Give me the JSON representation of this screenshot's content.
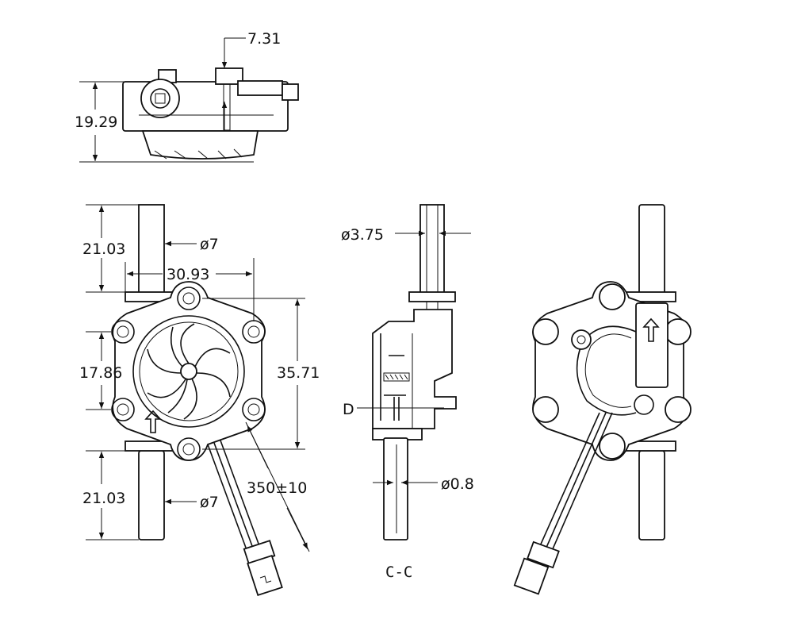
{
  "colors": {
    "line": "#111111",
    "background": "#ffffff"
  },
  "dimensions": {
    "top_width": "7.31",
    "top_height": "19.29",
    "pipe_top_length": "21.03",
    "pipe_top_dia": "ø7",
    "width": "30.93",
    "flange_height": "17.86",
    "total_height": "35.71",
    "pipe_bottom_length": "21.03",
    "pipe_bottom_dia": "ø7",
    "cable_length": "350±10",
    "inner_dia": "ø3.75",
    "detail_mark": "D",
    "pin_dia": "ø0.8"
  },
  "section_label": "C-C",
  "views": [
    "top-view",
    "front-view",
    "section-view",
    "rear-view"
  ]
}
